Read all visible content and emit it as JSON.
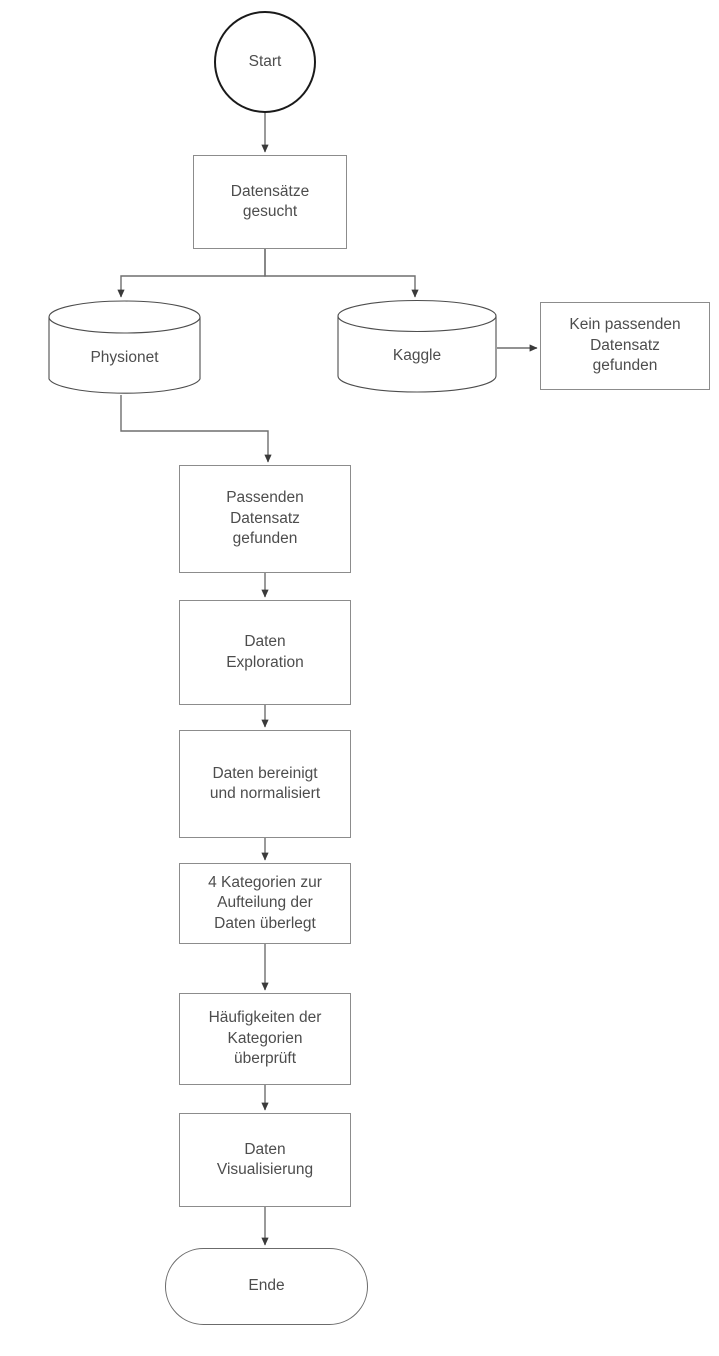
{
  "diagram": {
    "title": "Datensatz-Workflow Flussdiagramm",
    "language": "de",
    "colors": {
      "background": "#ffffff",
      "box_stroke": "#8c8c8c",
      "terminator_stroke": "#1a1a1a",
      "connector_stroke": "#595959",
      "text": "#4d4d4d"
    }
  },
  "nodes": {
    "start": {
      "label": "Start",
      "shape": "circle"
    },
    "datensaetze_gesucht": {
      "label": "Datensätze\ngesucht",
      "shape": "process"
    },
    "physionet": {
      "label": "Physionet",
      "shape": "database"
    },
    "kaggle": {
      "label": "Kaggle",
      "shape": "database"
    },
    "kein_passender_datensatz": {
      "label": "Kein passenden\nDatensatz\ngefunden",
      "shape": "process"
    },
    "passender_datensatz": {
      "label": "Passenden\nDatensatz\ngefunden",
      "shape": "process"
    },
    "daten_exploration": {
      "label": "Daten\nExploration",
      "shape": "process"
    },
    "daten_bereinigt": {
      "label": "Daten bereinigt\nund normalisiert",
      "shape": "process"
    },
    "kategorien_ueberlegt": {
      "label": "4 Kategorien zur\nAufteilung der\nDaten überlegt",
      "shape": "process"
    },
    "haeufigkeiten": {
      "label": "Häufigkeiten der\nKategorien\nüberprüft",
      "shape": "process"
    },
    "daten_visualisierung": {
      "label": "Daten\nVisualisierung",
      "shape": "process"
    },
    "ende": {
      "label": "Ende",
      "shape": "terminator"
    }
  },
  "edges": [
    {
      "from": "start",
      "to": "datensaetze_gesucht"
    },
    {
      "from": "datensaetze_gesucht",
      "to": "physionet"
    },
    {
      "from": "datensaetze_gesucht",
      "to": "kaggle"
    },
    {
      "from": "kaggle",
      "to": "kein_passender_datensatz"
    },
    {
      "from": "physionet",
      "to": "passender_datensatz"
    },
    {
      "from": "passender_datensatz",
      "to": "daten_exploration"
    },
    {
      "from": "daten_exploration",
      "to": "daten_bereinigt"
    },
    {
      "from": "daten_bereinigt",
      "to": "kategorien_ueberlegt"
    },
    {
      "from": "kategorien_ueberlegt",
      "to": "haeufigkeiten"
    },
    {
      "from": "haeufigkeiten",
      "to": "daten_visualisierung"
    },
    {
      "from": "daten_visualisierung",
      "to": "ende"
    }
  ]
}
